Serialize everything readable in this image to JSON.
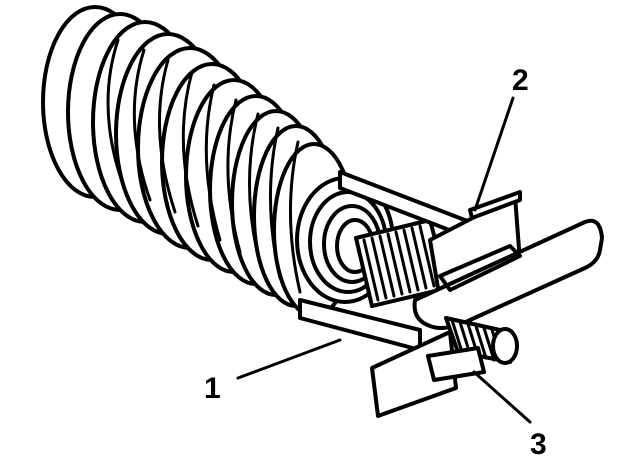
{
  "callouts": {
    "c1": "1",
    "c2": "2",
    "c3": "3"
  },
  "colors": {
    "ink": "#000000",
    "paper": "#ffffff"
  }
}
